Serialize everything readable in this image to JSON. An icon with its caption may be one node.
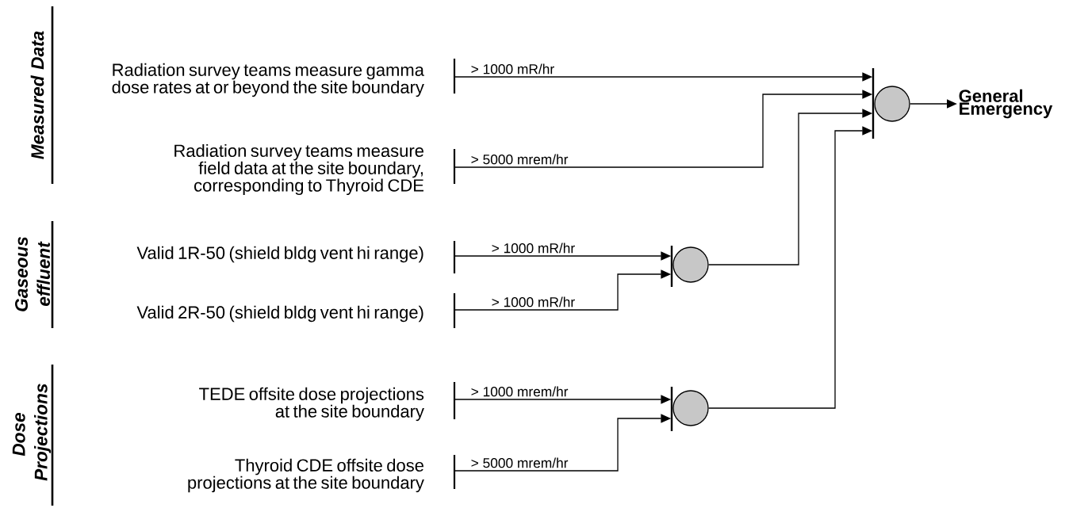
{
  "diagram": {
    "nodes": [
      {
        "text": [
          "Radiation survey teams measure gamma dose rates at or beyond the site boundary"
        ]
      },
      {
        "text": [
          "Radiation survey teams measure field data at the site boundary, corresponding to Thyroid CDE"
        ]
      },
      {
        "text": [
          "Valid 1R-50 (shield bldg vent hi range)"
        ]
      },
      {
        "text": [
          "Valid 2R-50 (shield bldg vent hi range)"
        ]
      },
      {
        "text": [
          "TEDE offsite dose projections at the site boundary"
        ]
      },
      {
        "text": [
          "Thyroid CDE offsite dose projections at the site boundary"
        ]
      },
      {
        "text": [],
        "shape": "circle"
      },
      {
        "text": [],
        "shape": "circle"
      },
      {
        "text": [],
        "shape": "circle"
      },
      {
        "text": [
          "General Emergency"
        ]
      }
    ],
    "edges": [
      {
        "from": 0,
        "to": 8,
        "arrow": "to",
        "label": "> 1000 mR/hr"
      },
      {
        "from": 1,
        "to": 8,
        "arrow": "to",
        "label": "> 5000 mrem/hr"
      },
      {
        "from": 2,
        "to": 6,
        "arrow": "to",
        "label": "> 1000 mR/hr"
      },
      {
        "from": 3,
        "to": 6,
        "arrow": "to",
        "label": "> 1000 mR/hr"
      },
      {
        "from": 4,
        "to": 7,
        "arrow": "to",
        "label": "> 1000 mrem/hr"
      },
      {
        "from": 5,
        "to": 7,
        "arrow": "to",
        "label": "> 5000 mrem/hr"
      },
      {
        "from": 6,
        "to": 8,
        "arrow": "to"
      },
      {
        "from": 7,
        "to": 8,
        "arrow": "to"
      },
      {
        "from": 8,
        "to": 9,
        "arrow": "to"
      }
    ],
    "labels": [
      "Measured Data",
      "Gaseous effluent",
      "Dose Projections"
    ]
  }
}
